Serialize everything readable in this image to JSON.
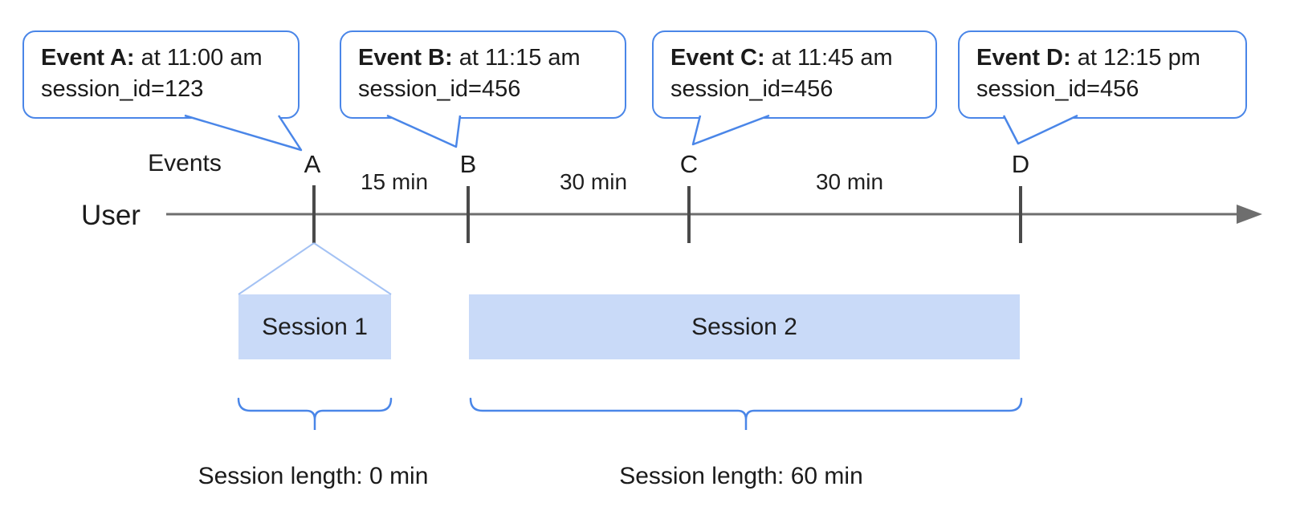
{
  "diagram": "event-sessionization-timeline",
  "colors": {
    "accent_blue": "#4a86e8",
    "funnel_blue": "#a4c2f4",
    "session_fill": "#c9daf8",
    "line_gray": "#6e6e6e",
    "tick_gray": "#4a4a4a",
    "text_black": "#1b1b1b"
  },
  "callouts": [
    {
      "event": "A",
      "bold": "Event A:",
      "text": " at 11:00 am",
      "session": "session_id=123"
    },
    {
      "event": "B",
      "bold": "Event B:",
      "text": " at 11:15 am",
      "session": "session_id=456"
    },
    {
      "event": "C",
      "bold": "Event C:",
      "text": " at 11:45 am",
      "session": "session_id=456"
    },
    {
      "event": "D",
      "bold": "Event D:",
      "text": " at 12:15 pm",
      "session": "session_id=456"
    }
  ],
  "timeline": {
    "events_label": "Events",
    "user_label": "User",
    "markers": [
      "A",
      "B",
      "C",
      "D"
    ],
    "intervals": [
      "15 min",
      "30 min",
      "30 min"
    ]
  },
  "sessions": [
    {
      "label": "Session 1",
      "length": "Session length: 0 min"
    },
    {
      "label": "Session 2",
      "length": "Session length: 60 min"
    }
  ]
}
